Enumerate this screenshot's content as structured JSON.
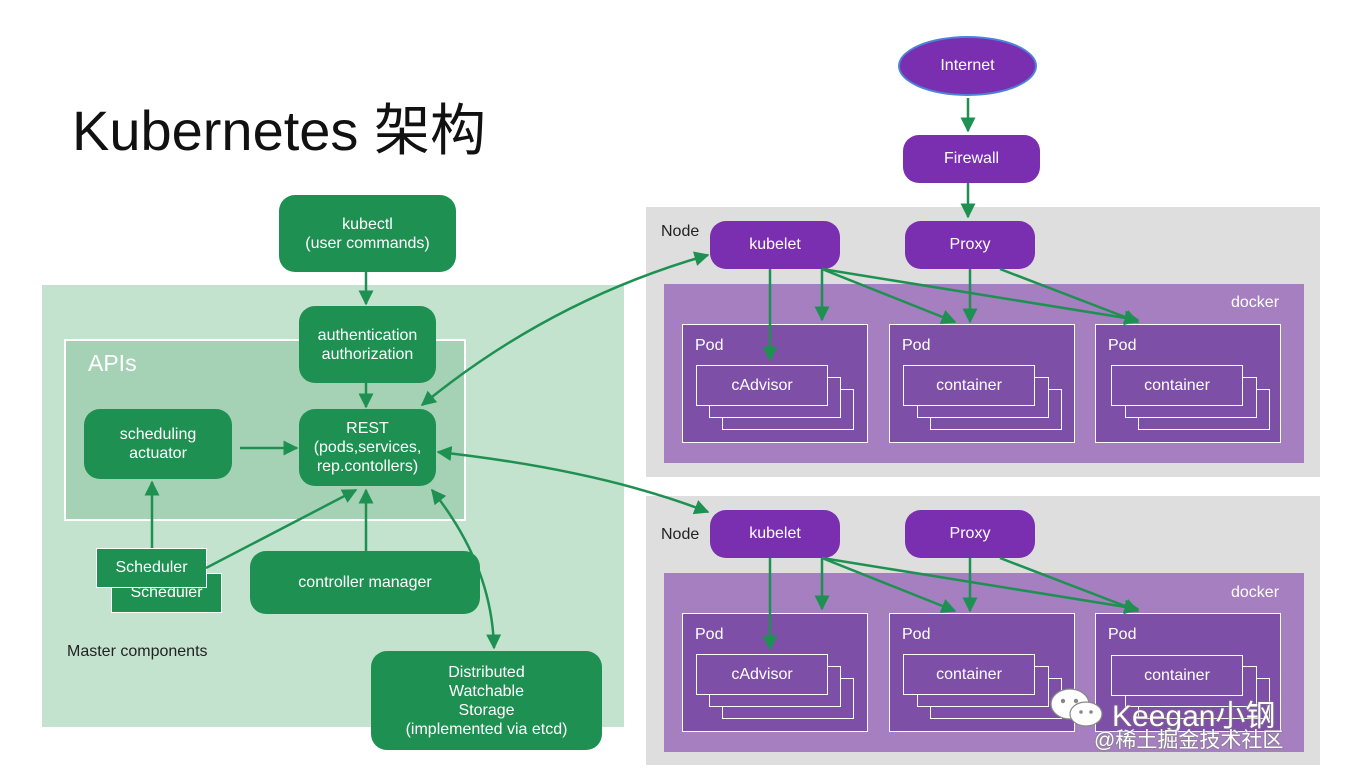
{
  "title": "Kubernetes 架构",
  "master": {
    "apis_label": "APIs",
    "footer_label": "Master components",
    "kubectl": "kubectl\n(user commands)",
    "auth": "authentication\nauthorization",
    "rest": "REST\n(pods,services,\nrep.contollers)",
    "scheduling": "scheduling\nactuator",
    "scheduler": "Scheduler",
    "controller_manager": "controller manager",
    "storage": "Distributed\nWatchable\nStorage\n(implemented via etcd)"
  },
  "internet": "Internet",
  "firewall": "Firewall",
  "nodes": [
    {
      "label": "Node",
      "kubelet": "kubelet",
      "proxy": "Proxy",
      "docker": "docker",
      "pods": [
        {
          "label": "Pod",
          "content": "cAdvisor"
        },
        {
          "label": "Pod",
          "content": "container"
        },
        {
          "label": "Pod",
          "content": "container"
        }
      ]
    },
    {
      "label": "Node",
      "kubelet": "kubelet",
      "proxy": "Proxy",
      "docker": "docker",
      "pods": [
        {
          "label": "Pod",
          "content": "cAdvisor"
        },
        {
          "label": "Pod",
          "content": "container"
        },
        {
          "label": "Pod",
          "content": "container"
        }
      ]
    }
  ],
  "watermark": {
    "name": "Keegan小钢",
    "community": "@稀土掘金技术社区"
  },
  "colors": {
    "master_green": "#1e9152",
    "node_purple": "#7a2fb0",
    "arrow_green": "#1e9152"
  }
}
